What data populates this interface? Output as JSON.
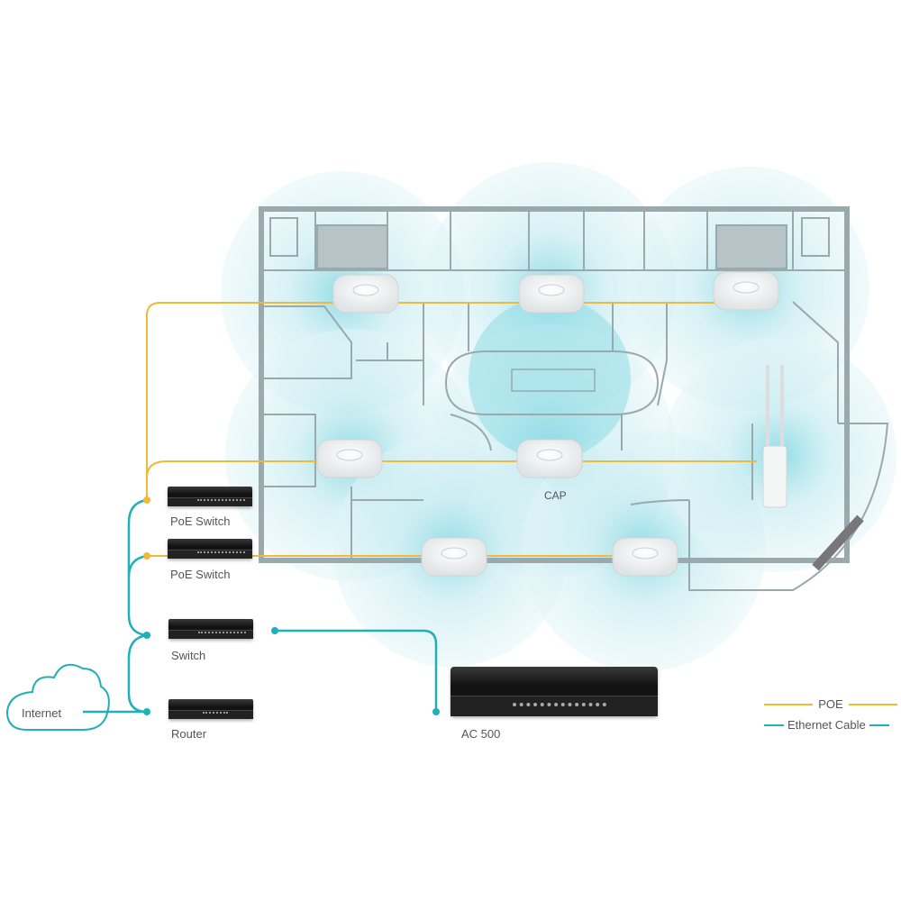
{
  "colors": {
    "poe": "#f0b93a",
    "ethernet": "#1fb0b8",
    "coverage": "#bfe9ef",
    "wall": "#9aa9ad"
  },
  "devices": {
    "poe_switch_1": "PoE Switch",
    "poe_switch_2": "PoE Switch",
    "switch": "Switch",
    "router": "Router",
    "controller": "AC 500",
    "internet": "Internet",
    "cap": "CAP"
  },
  "legend": {
    "poe": "POE",
    "ethernet": "Ethernet Cable"
  }
}
